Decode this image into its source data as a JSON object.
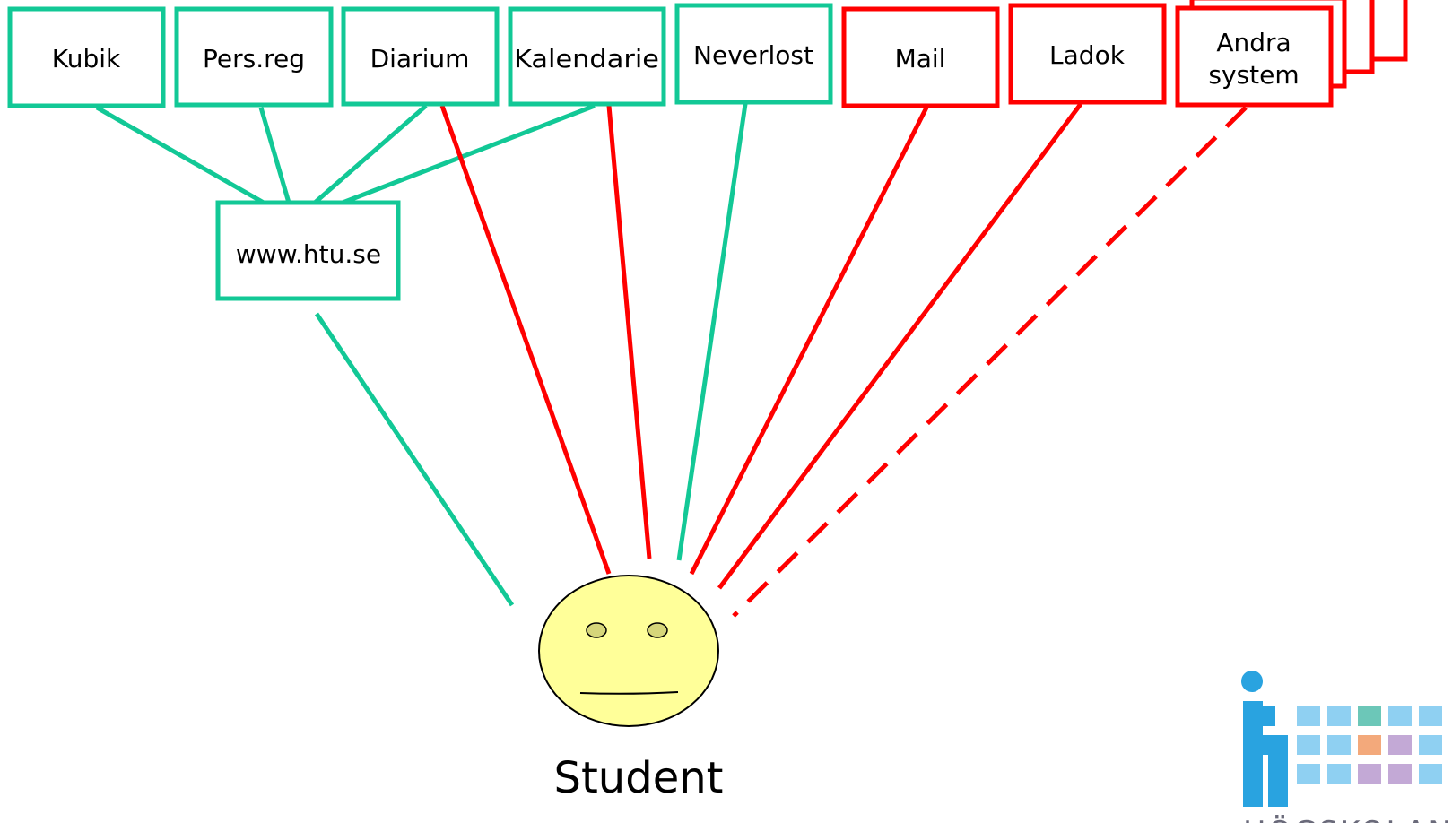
{
  "colors": {
    "connected": "#12c896",
    "not_connected": "#ff0000",
    "face_fill": "#ffff99",
    "eye_fill": "#d6d67a",
    "logo_blue": "#29a3e0",
    "logo_light_blue": "#8fd0f2",
    "logo_teal": "#6cc7b8",
    "logo_orange": "#f3a97b",
    "logo_lilac": "#c3a9d6"
  },
  "systems": [
    {
      "label": "Kubik",
      "status": "connected"
    },
    {
      "label": "Pers.reg",
      "status": "connected"
    },
    {
      "label": "Diarium",
      "status": "connected"
    },
    {
      "label": "Kalendarie",
      "status": "connected"
    },
    {
      "label": "Neverlost",
      "status": "connected"
    },
    {
      "label": "Mail",
      "status": "not_connected"
    },
    {
      "label": "Ladok",
      "status": "not_connected"
    },
    {
      "label": "Andra system",
      "label_lines": [
        "Andra",
        "system"
      ],
      "status": "not_connected"
    }
  ],
  "portal": {
    "label": "www.htu.se"
  },
  "user": {
    "label": "Student"
  },
  "logo": {
    "visible_text": "HÖGSKOLAN"
  }
}
